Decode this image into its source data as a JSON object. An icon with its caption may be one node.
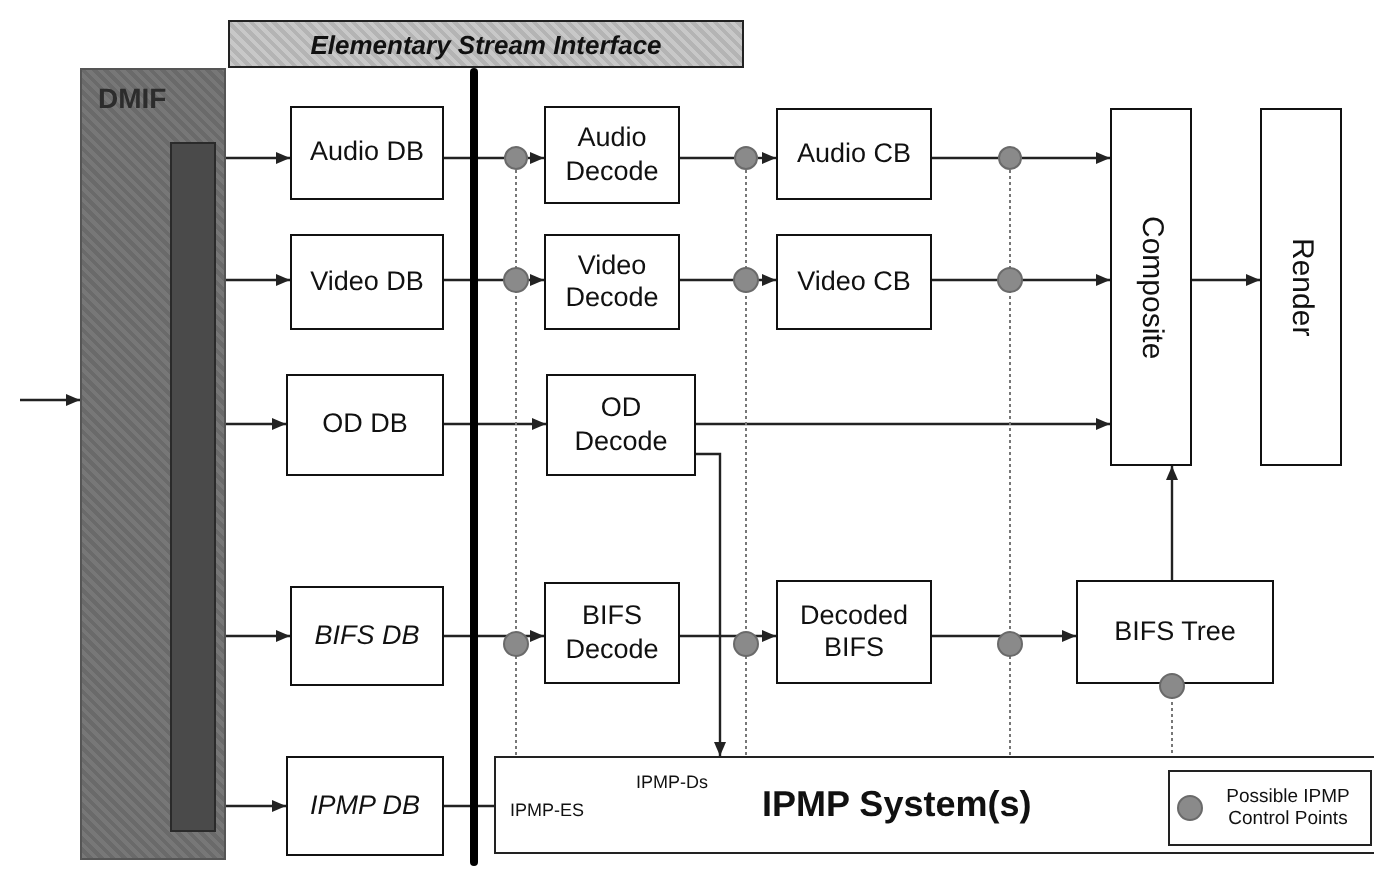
{
  "diagram": {
    "nodes": [
      {
        "text": [
          "DMIF"
        ]
      },
      {
        "text": [
          "Elementary Stream Interface"
        ]
      },
      {
        "text": [
          "Audio DB"
        ]
      },
      {
        "text": [
          "Video DB"
        ]
      },
      {
        "text": [
          "OD DB"
        ]
      },
      {
        "text": [
          "BIFS DB"
        ]
      },
      {
        "text": [
          "IPMP DB"
        ]
      },
      {
        "text": [
          "Audio Decode"
        ]
      },
      {
        "text": [
          "Video Decode"
        ]
      },
      {
        "text": [
          "OD Decode"
        ]
      },
      {
        "text": [
          "BIFS Decode"
        ]
      },
      {
        "text": [
          "Audio CB"
        ]
      },
      {
        "text": [
          "Video CB"
        ]
      },
      {
        "text": [
          "Decoded BIFS"
        ]
      },
      {
        "text": [
          "Composite"
        ]
      },
      {
        "text": [
          "Render"
        ]
      },
      {
        "text": [
          "BIFS Tree"
        ]
      },
      {
        "text": [
          "IPMP-ES",
          "IPMP-Ds",
          "IPMP System(s)"
        ]
      },
      {
        "text": [],
        "shape": "bar"
      },
      {
        "text": [],
        "shape": "circle"
      },
      {
        "text": [],
        "shape": "circle"
      },
      {
        "text": [],
        "shape": "circle"
      }
    ],
    "edges": [
      {
        "from": null,
        "to": 0,
        "arrow": "to"
      },
      {
        "from": 0,
        "to": 2,
        "arrow": "to"
      },
      {
        "from": 0,
        "to": 3,
        "arrow": "to"
      },
      {
        "from": 0,
        "to": 4,
        "arrow": "to"
      },
      {
        "from": 0,
        "to": 5,
        "arrow": "to"
      },
      {
        "from": 0,
        "to": 6,
        "arrow": "to"
      },
      {
        "from": 2,
        "to": 19,
        "arrow": "none"
      },
      {
        "from": 19,
        "to": 7,
        "arrow": "to"
      },
      {
        "from": 3,
        "to": 8,
        "arrow": "to"
      },
      {
        "from": 4,
        "to": 9,
        "arrow": "to"
      },
      {
        "from": 5,
        "to": 10,
        "arrow": "to"
      },
      {
        "from": 6,
        "to": 17,
        "arrow": "none"
      },
      {
        "from": 7,
        "to": 20,
        "arrow": "none"
      },
      {
        "from": 20,
        "to": 11,
        "arrow": "to"
      },
      {
        "from": 8,
        "to": 12,
        "arrow": "to"
      },
      {
        "from": 10,
        "to": 13,
        "arrow": "to"
      },
      {
        "from": 11,
        "to": 21,
        "arrow": "none"
      },
      {
        "from": 21,
        "to": 14,
        "arrow": "to"
      },
      {
        "from": 12,
        "to": 14,
        "arrow": "to"
      },
      {
        "from": 9,
        "to": 14,
        "arrow": "to"
      },
      {
        "from": 13,
        "to": 16,
        "arrow": "to"
      },
      {
        "from": 16,
        "to": 14,
        "arrow": "to"
      },
      {
        "from": 14,
        "to": 15,
        "arrow": "to"
      },
      {
        "from": 9,
        "to": 17,
        "arrow": "to"
      },
      {
        "from": 19,
        "to": 17,
        "arrow": "none",
        "style": "dashed"
      },
      {
        "from": 20,
        "to": 17,
        "arrow": "none",
        "style": "dashed"
      },
      {
        "from": 21,
        "to": 17,
        "arrow": "none",
        "style": "dashed"
      },
      {
        "from": 16,
        "to": 17,
        "arrow": "none",
        "style": "dashed"
      }
    ],
    "legend": [
      {
        "text": "Possible IPMP Control Points"
      }
    ]
  }
}
